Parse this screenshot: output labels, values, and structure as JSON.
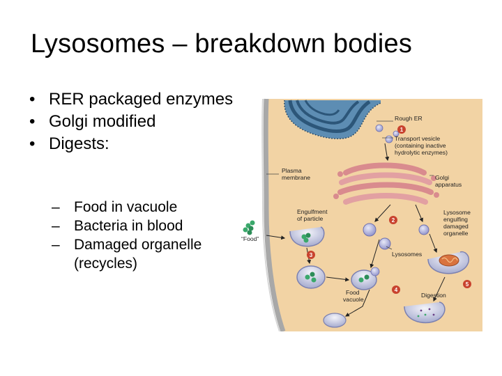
{
  "slide": {
    "title": "Lysosomes – breakdown bodies",
    "bullets": [
      {
        "marker": "•",
        "text": "RER packaged enzymes"
      },
      {
        "marker": "•",
        "text": "Golgi modified"
      },
      {
        "marker": "•",
        "text": "Digests:"
      }
    ],
    "sub_bullets": [
      {
        "marker": "–",
        "text": "Food in vacuole"
      },
      {
        "marker": "–",
        "text": "Bacteria in blood"
      },
      {
        "marker": "–",
        "text": "Damaged organelle (recycles)"
      }
    ]
  },
  "figure": {
    "labels": {
      "rough_er": "Rough ER",
      "transport_vesicle": "Transport vesicle (containing inactive hydrolytic enzymes)",
      "transport_vesicle_1": "Transport vesicle",
      "transport_vesicle_2": "(containing inactive",
      "transport_vesicle_3": "hydrolytic enzymes)",
      "plasma_membrane_1": "Plasma",
      "plasma_membrane_2": "membrane",
      "golgi_1": "Golgi",
      "golgi_2": "apparatus",
      "engulfment_1": "Engulfment",
      "engulfment_2": "of particle",
      "food": "“Food”",
      "lysosomes": "Lysosomes",
      "lysosome_engulfing_1": "Lysosome",
      "lysosome_engulfing_2": "engulfing",
      "lysosome_engulfing_3": "damaged",
      "lysosome_engulfing_4": "organelle",
      "food_vacuole_1": "Food",
      "food_vacuole_2": "vacuole",
      "digestion": "Digestion"
    },
    "steps": [
      "1",
      "2",
      "3",
      "4",
      "5"
    ],
    "colors": {
      "cytoplasm": "#f2d3a4",
      "membrane": "#9a9a9a",
      "rough_er": "#3f6f96",
      "golgi": "#d98b8e",
      "vesicle": "#8d8fc9",
      "food": "#3aa86b",
      "step_badge": "#c8422e"
    }
  }
}
